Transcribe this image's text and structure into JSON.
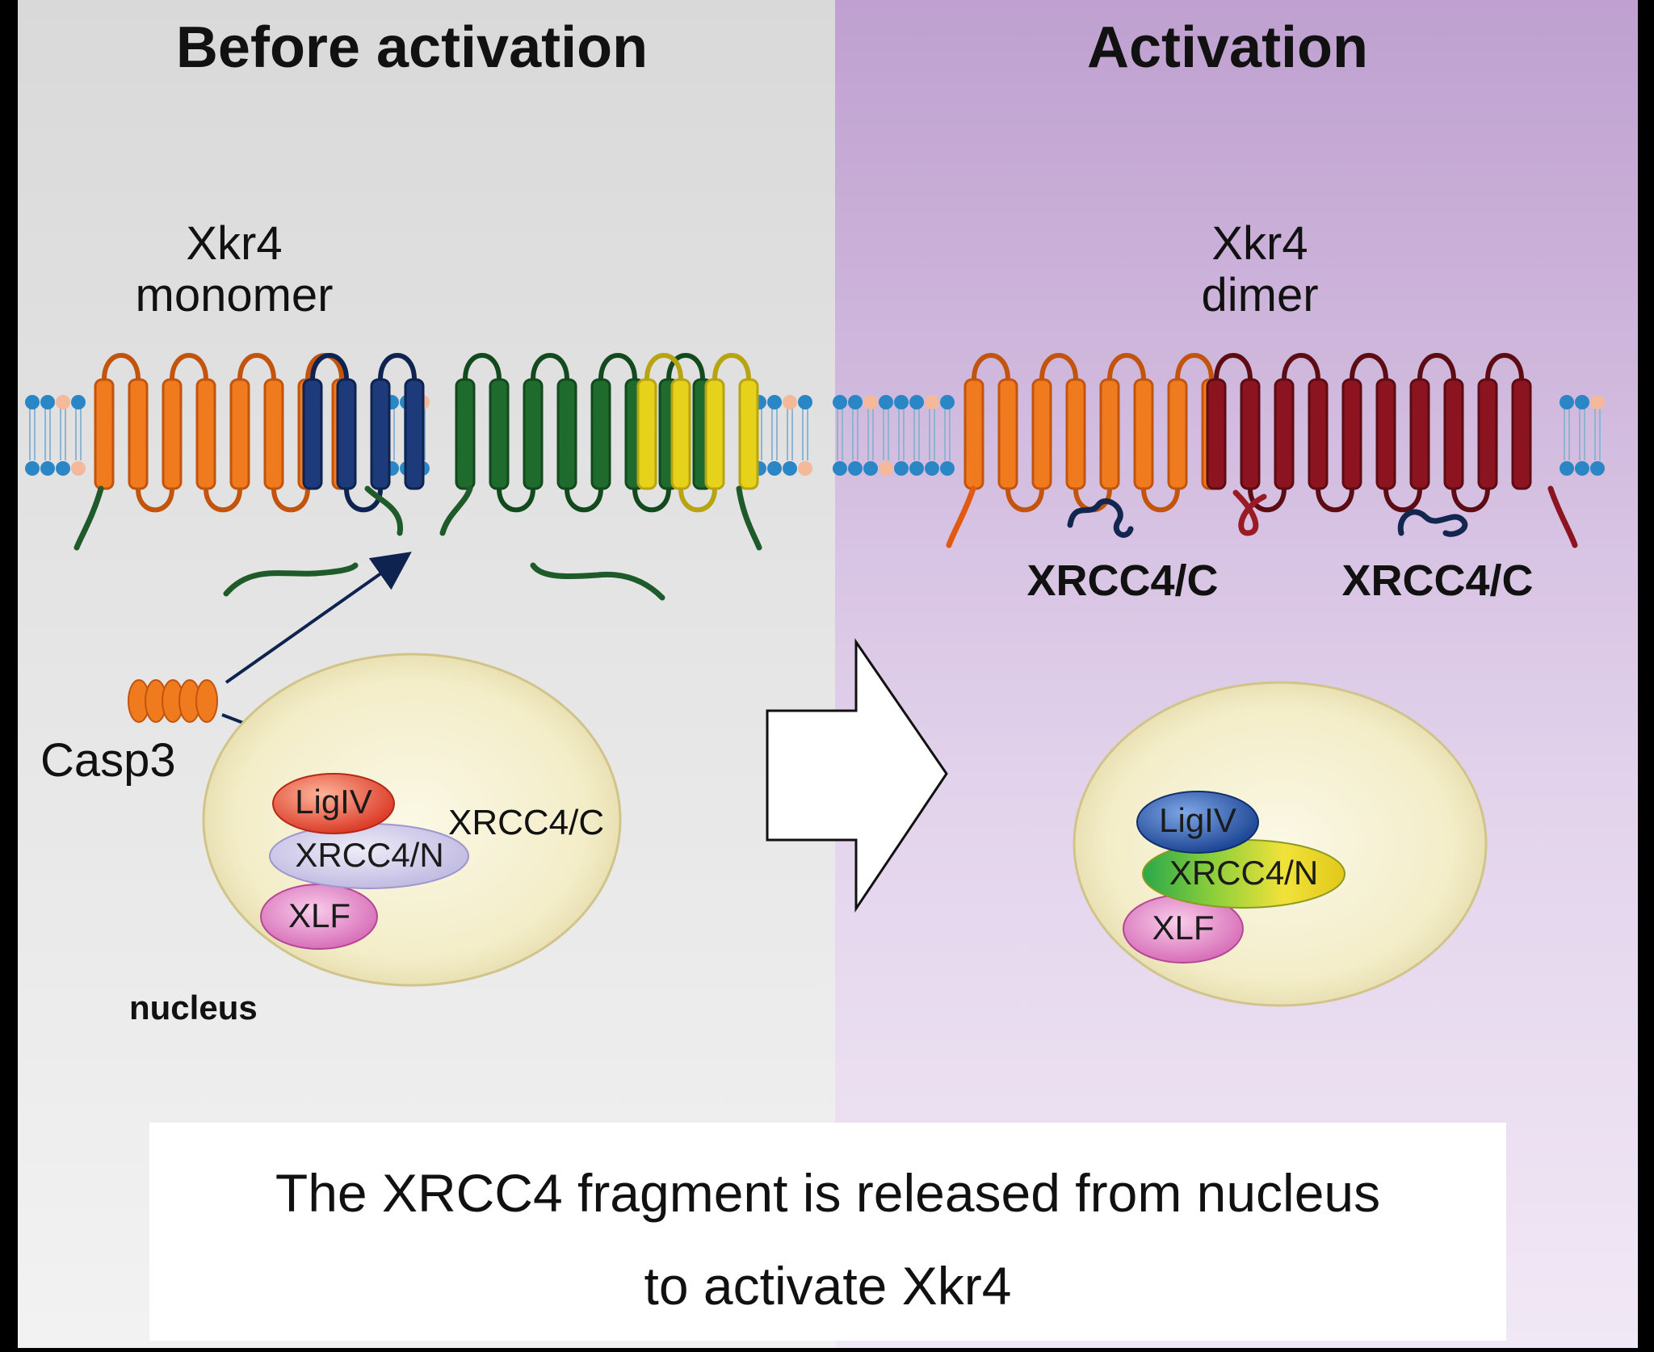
{
  "panels": {
    "left": {
      "title": "Before activation"
    },
    "right": {
      "title": "Activation"
    }
  },
  "labels": {
    "monomer_line1": "Xkr4",
    "monomer_line2": "monomer",
    "dimer_line1": "Xkr4",
    "dimer_line2": "dimer",
    "casp3": "Casp3",
    "xrcc4c_nucleus": "XRCC4/C",
    "xrcc4c_left": "XRCC4/C",
    "xrcc4c_right": "XRCC4/C",
    "nucleus": "nucleus",
    "ligiv_before": "LigIV",
    "xrcc4n_before": "XRCC4/N",
    "xlf_before": "XLF",
    "ligiv_after": "LigIV",
    "xrcc4n_after": "XRCC4/N",
    "xlf_after": "XLF"
  },
  "caption": {
    "line1": "The XRCC4 fragment is released from nucleus",
    "line2": "to activate Xkr4"
  },
  "colors": {
    "left_bg": "#e6e6e6",
    "right_bg": "#cbb2da",
    "orange_helix": "#f07a1e",
    "navy_helix": "#1d3a7a",
    "green_helix": "#1f6b2e",
    "yellow_helix": "#e6d21a",
    "darkred_helix": "#8c1420",
    "nucleus_fill": "#f3eecb",
    "ligiv_red": "#e2412b",
    "ligiv_blue": "#1f4fa0",
    "xrcc4n_lavender": "#c9c5e6",
    "xlf_pink": "#e07cc0"
  }
}
